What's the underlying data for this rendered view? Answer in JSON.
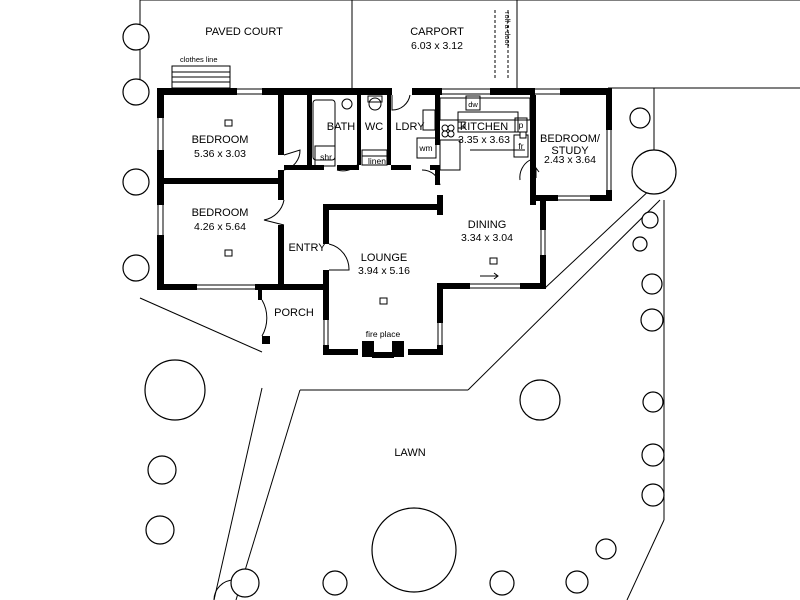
{
  "rooms": {
    "paved_court": "PAVED COURT",
    "clothes_line": "clothes line",
    "carport": "CARPORT",
    "carport_dim": "6.03 x 3.12",
    "roll_a_door": "roll-a-door",
    "bath": "BATH",
    "shr": "shr",
    "wc": "WC",
    "ldry": "LDRY",
    "linen": "linen",
    "wm": "wm",
    "kitchen": "KITCHEN",
    "kitchen_dim": "3.35 x 3.63",
    "dw": "dw",
    "p": "p",
    "fr": "fr",
    "bedroom1": "BEDROOM",
    "bedroom1_dim": "5.36 x 3.03",
    "bedroom2": "BEDROOM",
    "bedroom2_dim": "4.26 x 5.64",
    "study": "BEDROOM/",
    "study2": "STUDY",
    "study_dim": "2.43 x 3.64",
    "entry": "ENTRY",
    "lounge": "LOUNGE",
    "lounge_dim": "3.94 x 5.16",
    "dining": "DINING",
    "dining_dim": "3.34 x 3.04",
    "porch": "PORCH",
    "fireplace": "fire place",
    "lawn": "LAWN"
  }
}
